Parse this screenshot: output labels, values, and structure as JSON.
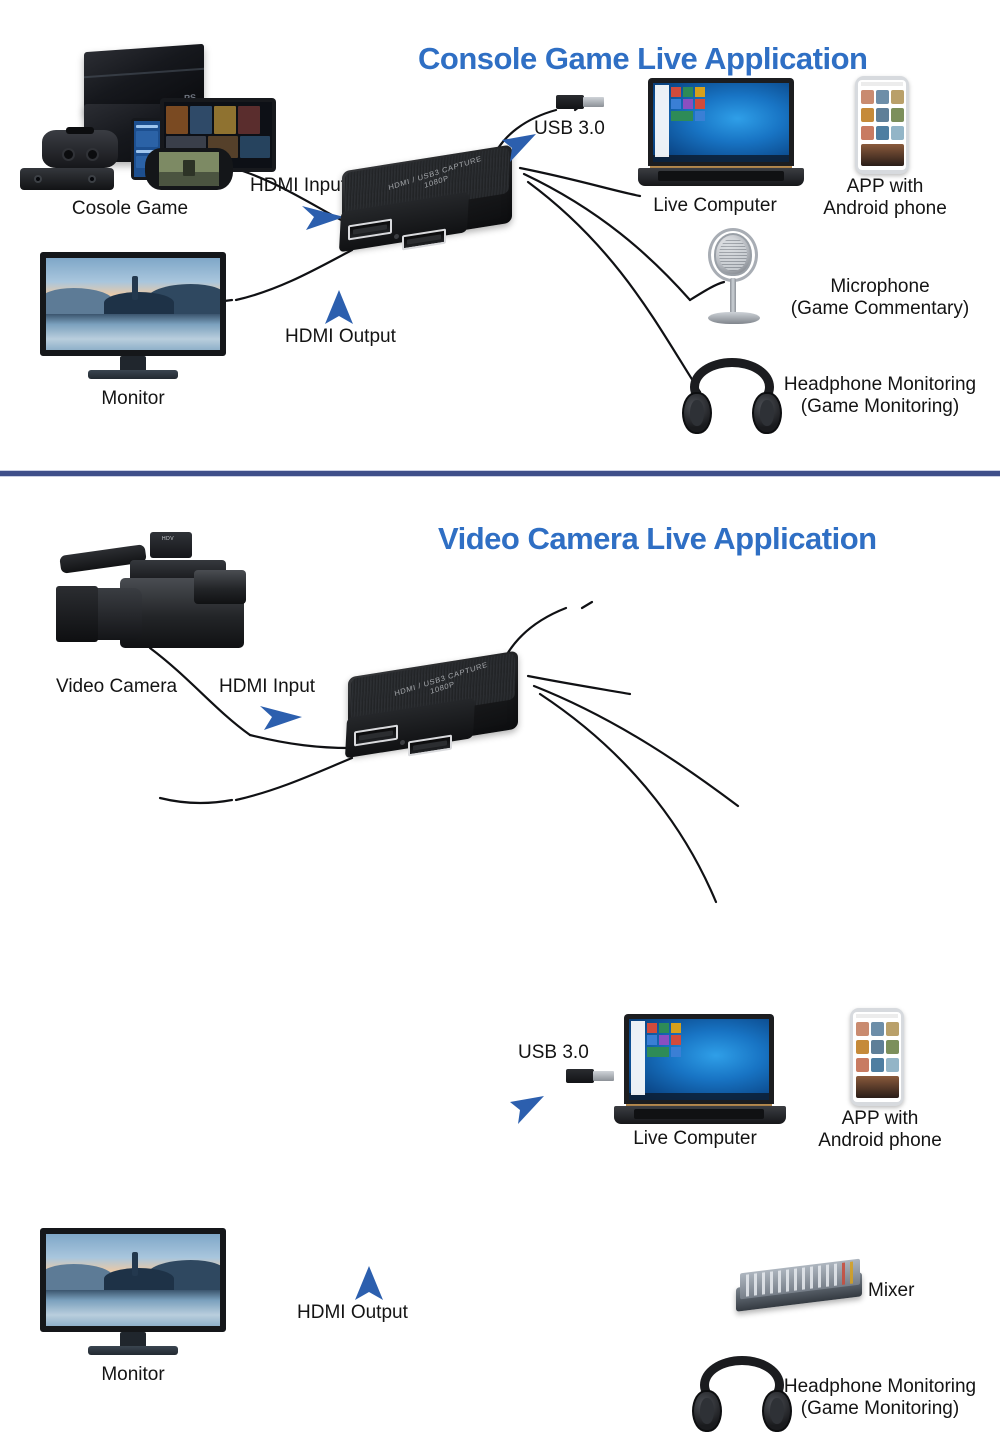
{
  "page": {
    "background": "#ffffff",
    "accent_blue": "#2f6fc4",
    "divider_color": "#3f4f8a",
    "arrow_color": "#2c5fae"
  },
  "panels": [
    {
      "id": "console",
      "title": "Console Game Live Application",
      "labels": {
        "source": "Cosole Game",
        "hdmi_input": "HDMI Input",
        "hdmi_output": "HDMI Output",
        "monitor": "Monitor",
        "usb": "USB 3.0",
        "computer": "Live Computer",
        "app_line1": "APP with",
        "app_line2": "Android phone",
        "mic_line1": "Microphone",
        "mic_line2": "(Game Commentary)",
        "headphone_line1": "Headphone Monitoring",
        "headphone_line2": "(Game Monitoring)"
      }
    },
    {
      "id": "camera",
      "title": "Video Camera Live Application",
      "labels": {
        "source": "Video Camera",
        "hdmi_input": "HDMI Input",
        "hdmi_output": "HDMI Output",
        "monitor": "Monitor",
        "usb": "USB 3.0",
        "computer": "Live Computer",
        "app_line1": "APP with",
        "app_line2": "Android phone",
        "mixer": "Mixer",
        "headphone_line1": "Headphone Monitoring",
        "headphone_line2": "(Game Monitoring)"
      }
    }
  ],
  "device": {
    "print_line1": "HDMI / USB3 CAPTURE",
    "print_line2": "1080P",
    "ports": [
      "hdmi-in-port",
      "hdmi-out-port"
    ]
  }
}
